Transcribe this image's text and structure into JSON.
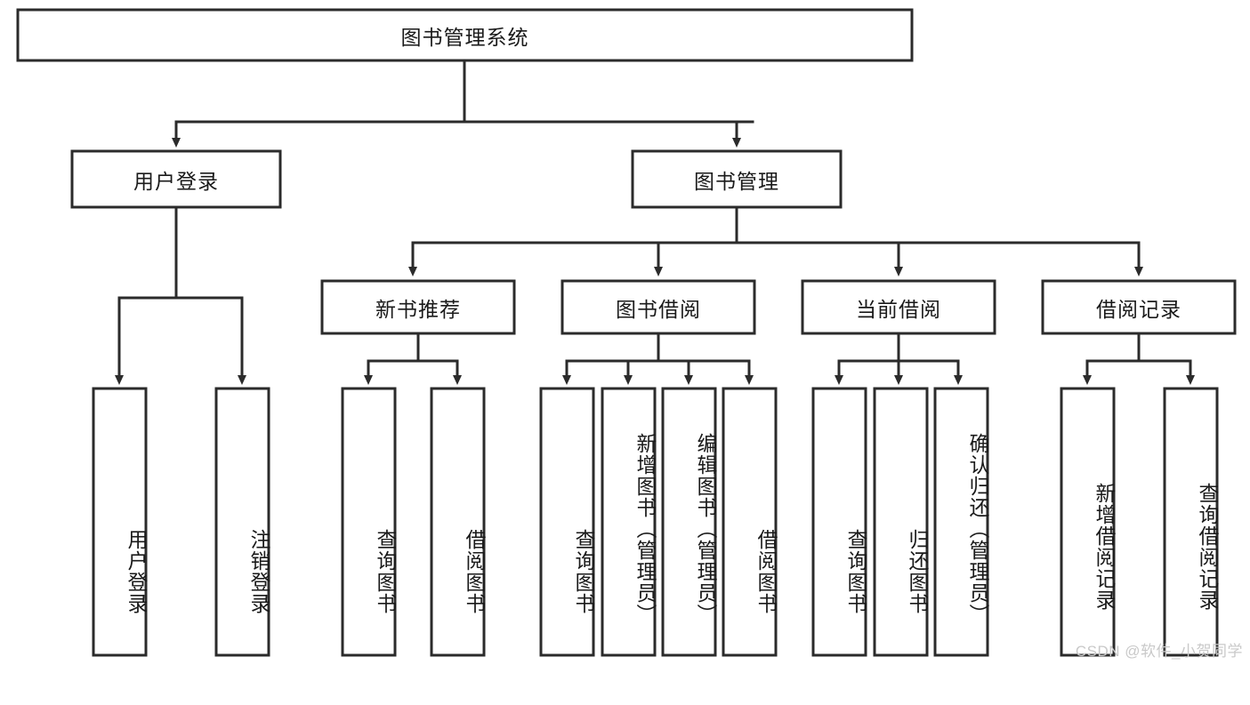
{
  "diagram": {
    "type": "tree",
    "title": "图书管理系统",
    "watermark": "CSDN @软件_小贺同学",
    "colors": {
      "stroke": "#2b2b2b",
      "fill": "#ffffff",
      "text": "#1a1a1a",
      "watermark": "#c9c9c9",
      "background": "#ffffff"
    },
    "nodes": {
      "root": {
        "label": "图书管理系统",
        "orientation": "horizontal"
      },
      "level2": [
        {
          "label": "用户登录",
          "orientation": "horizontal"
        },
        {
          "label": "图书管理",
          "orientation": "horizontal"
        }
      ],
      "level3": [
        {
          "label": "新书推荐",
          "orientation": "horizontal"
        },
        {
          "label": "图书借阅",
          "orientation": "horizontal"
        },
        {
          "label": "当前借阅",
          "orientation": "horizontal"
        },
        {
          "label": "借阅记录",
          "orientation": "horizontal"
        }
      ],
      "leaves_user_login": [
        {
          "label": "用户登录",
          "orientation": "vertical"
        },
        {
          "label": "注销登录",
          "orientation": "vertical"
        }
      ],
      "leaves_new_book": [
        {
          "label": "查询图书",
          "orientation": "vertical"
        },
        {
          "label": "借阅图书",
          "orientation": "vertical"
        }
      ],
      "leaves_borrow": [
        {
          "label": "查询图书",
          "orientation": "vertical"
        },
        {
          "label": "新增图书（管理员）",
          "orientation": "vertical"
        },
        {
          "label": "编辑图书（管理员）",
          "orientation": "vertical"
        },
        {
          "label": "借阅图书",
          "orientation": "vertical"
        }
      ],
      "leaves_current": [
        {
          "label": "查询图书",
          "orientation": "vertical"
        },
        {
          "label": "归还图书",
          "orientation": "vertical"
        },
        {
          "label": "确认归还（管理员）",
          "orientation": "vertical"
        }
      ],
      "leaves_record": [
        {
          "label": "新增借阅记录",
          "orientation": "vertical"
        },
        {
          "label": "查询借阅记录",
          "orientation": "vertical"
        }
      ]
    }
  }
}
